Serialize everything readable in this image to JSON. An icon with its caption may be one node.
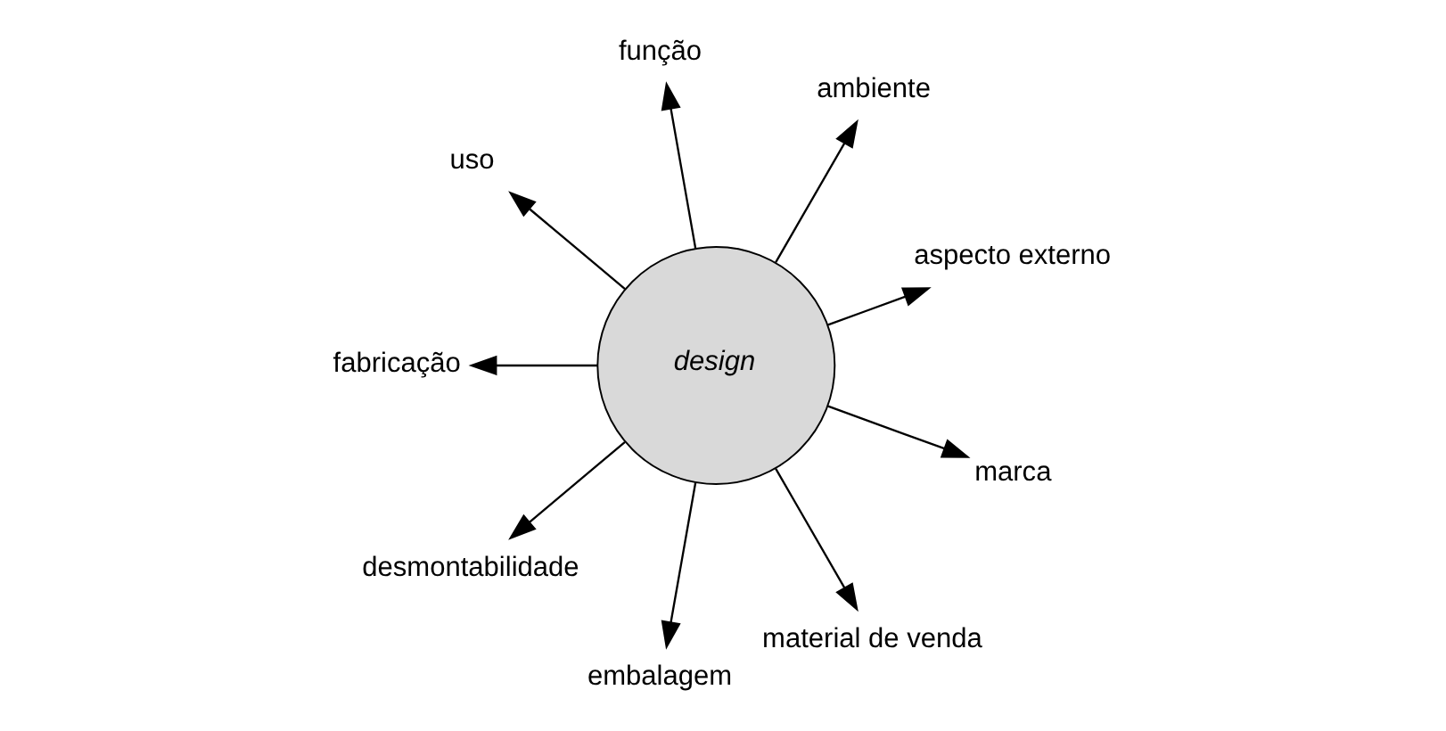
{
  "diagram": {
    "nodes": [
      {
        "text": [
          "design"
        ]
      },
      {
        "text": [
          "aspecto externo"
        ]
      },
      {
        "text": [
          "ambiente"
        ]
      },
      {
        "text": [
          "marca"
        ]
      },
      {
        "text": [
          "função"
        ]
      },
      {
        "text": [
          "material de venda"
        ]
      },
      {
        "text": [
          "uso"
        ]
      },
      {
        "text": [
          "embalagem"
        ]
      },
      {
        "text": [
          "fabricação"
        ]
      },
      {
        "text": [
          "desmontabilidade"
        ]
      }
    ],
    "edges": [
      {
        "from": 0,
        "to": 1,
        "arrow": "to"
      },
      {
        "from": 0,
        "to": 2,
        "arrow": "to"
      },
      {
        "from": 0,
        "to": 3,
        "arrow": "to"
      },
      {
        "from": 0,
        "to": 4,
        "arrow": "to"
      },
      {
        "from": 0,
        "to": 5,
        "arrow": "to"
      },
      {
        "from": 0,
        "to": 6,
        "arrow": "to"
      },
      {
        "from": 0,
        "to": 7,
        "arrow": "to"
      },
      {
        "from": 0,
        "to": 8,
        "arrow": "to"
      },
      {
        "from": 0,
        "to": 9,
        "arrow": "to"
      }
    ]
  }
}
